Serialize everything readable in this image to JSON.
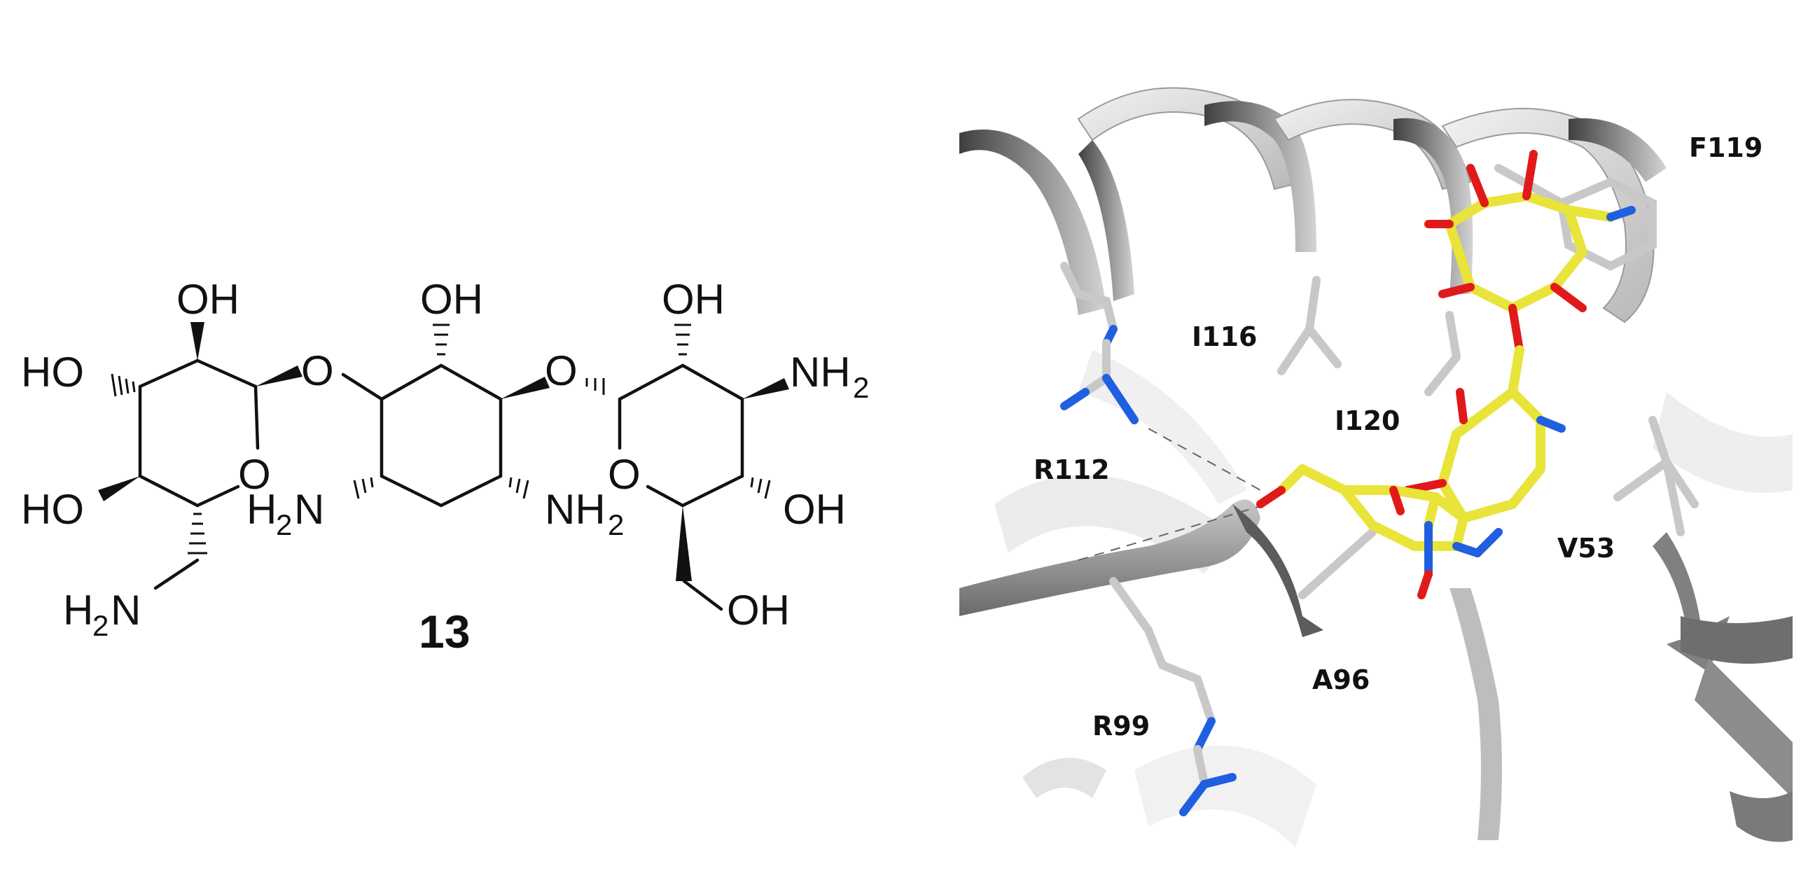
{
  "structure": {
    "compound_number": "13",
    "atoms": {
      "oh_left_top": "OH",
      "ho_left": "HO",
      "ho_left_bottom": "HO",
      "o_left_ring": "O",
      "o_link_left": "O",
      "oh_mid_top": "OH",
      "o_link_right": "O",
      "oh_right_top": "OH",
      "nh2_right_top": "NH",
      "o_right_ring": "O",
      "oh_right_mid": "OH",
      "oh_right_bottom": "OH",
      "h2n_bottom_left": "H",
      "h2n_mid_left": "H",
      "nh2_mid_right": "NH",
      "n_suffix": "N",
      "sub_2": "2"
    }
  },
  "model": {
    "residues": [
      "F119",
      "I116",
      "I120",
      "R112",
      "V53",
      "A96",
      "R99"
    ],
    "colors": {
      "ligand_carbon": "#e8e43a",
      "oxygen": "#e01a1a",
      "nitrogen": "#1f5fe0",
      "protein": "#9a9a9a"
    }
  }
}
